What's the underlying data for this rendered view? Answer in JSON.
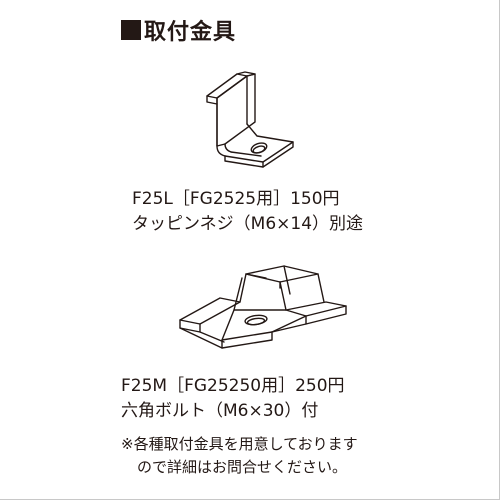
{
  "heading": {
    "text": "取付金具"
  },
  "items": [
    {
      "model_line": "F25L［FG2525用］150円",
      "screw_line": "タッピンネジ（M6×14）別途"
    },
    {
      "model_line": "F25M［FG25250用］250円",
      "screw_line": "六角ボルト（M6×30）付"
    }
  ],
  "note": {
    "line1": "※各種取付金具を用意しております",
    "line2": "ので詳細はお問合せください。"
  }
}
